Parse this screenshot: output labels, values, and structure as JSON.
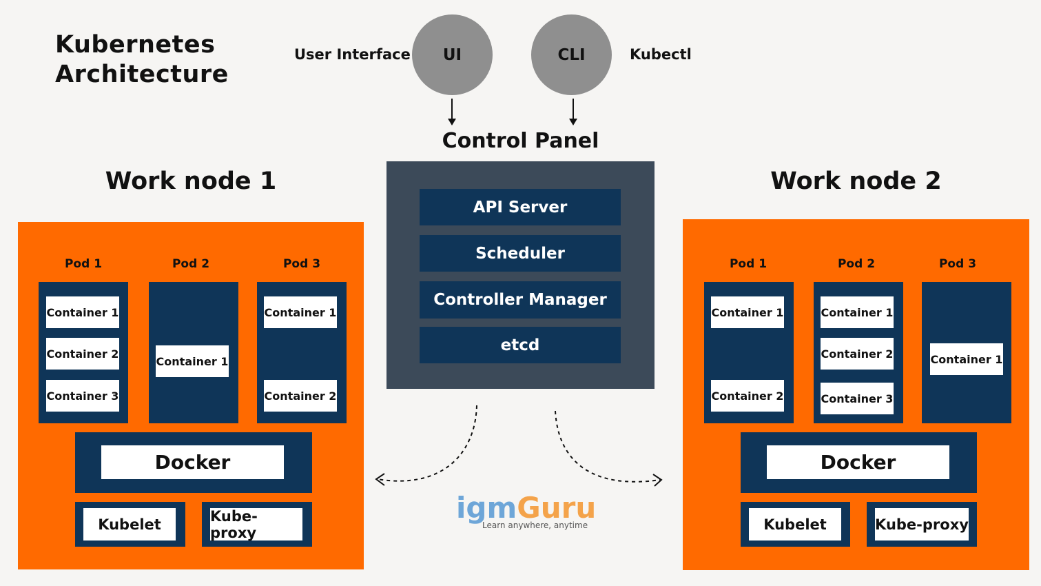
{
  "title": {
    "line1": "Kubernetes",
    "line2": "Architecture"
  },
  "clients": {
    "ui_label": "User Interface",
    "ui_circle": "UI",
    "cli_circle": "CLI",
    "cli_label": "Kubectl"
  },
  "control_panel": {
    "title": "Control Panel",
    "components": [
      "API Server",
      "Scheduler",
      "Controller Manager",
      "etcd"
    ]
  },
  "nodes": [
    {
      "title": "Work node 1",
      "pods": [
        {
          "label": "Pod 1",
          "containers": [
            "Container 1",
            "Container 2",
            "Container 3"
          ]
        },
        {
          "label": "Pod 2",
          "containers": [
            "Container 1"
          ]
        },
        {
          "label": "Pod 3",
          "containers": [
            "Container 1",
            "Container 2"
          ]
        }
      ],
      "runtime": "Docker",
      "kubelet": "Kubelet",
      "proxy": "Kube-proxy"
    },
    {
      "title": "Work node 2",
      "pods": [
        {
          "label": "Pod 1",
          "containers": [
            "Container 1",
            "Container 2"
          ]
        },
        {
          "label": "Pod 2",
          "containers": [
            "Container 1",
            "Container 2",
            "Container 3"
          ]
        },
        {
          "label": "Pod 3",
          "containers": [
            "Container 1"
          ]
        }
      ],
      "runtime": "Docker",
      "kubelet": "Kubelet",
      "proxy": "Kube-proxy"
    }
  ],
  "logo": {
    "part1": "igm",
    "part2": "Guru",
    "tagline": "Learn anywhere, anytime"
  },
  "colors": {
    "background": "#f6f5f3",
    "node_orange": "#ff6a00",
    "navy": "#0f3558",
    "control_panel_gray": "#3c4a59",
    "circle_gray": "#8f8f8f"
  }
}
